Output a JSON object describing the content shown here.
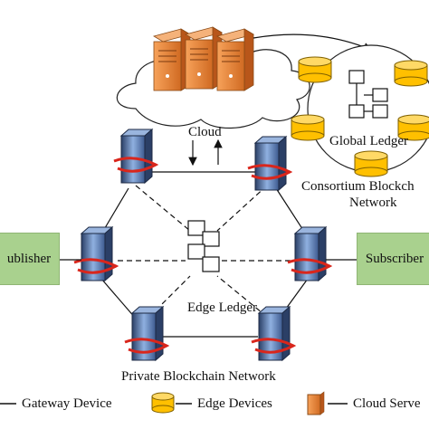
{
  "labels": {
    "cloud": "Cloud",
    "global_ledger": "Global Ledger",
    "consortium_line1": "Consortium Blockch",
    "consortium_line2": "Network",
    "publisher": "ublisher",
    "subscriber": "Subscriber",
    "edge_ledger": "Edge Ledger",
    "private_network": "Private Blockchain Network"
  },
  "legend": [
    {
      "label": "Gateway Device",
      "icon": "line-icon"
    },
    {
      "label": "Edge Devices",
      "icon": "database-cylinder-icon"
    },
    {
      "label": "Cloud Serve",
      "icon": "cloud-server-icon"
    }
  ],
  "colors": {
    "server_orange": "#f08a3a",
    "server_dark": "#b8561a",
    "ledger_yellow": "#ffc000",
    "ledger_outline": "#7f6000",
    "gateway_blue": "#5b7fb8",
    "gateway_dark": "#2b3f66",
    "ribbon_red": "#d9261c",
    "green_box": "#a9d18e"
  }
}
